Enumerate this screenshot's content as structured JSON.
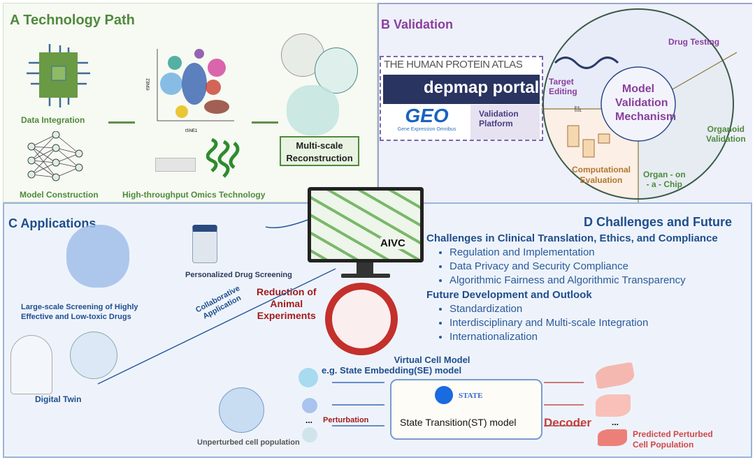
{
  "panelA": {
    "title": "A   Technology Path",
    "data_integration": "Data Integration",
    "model_construction": "Model Construction",
    "omics": "High-throughput Omics Technology",
    "multiscale": [
      "Multi-scale",
      "Reconstruction"
    ],
    "tsne_xlabel": "tSNE1",
    "tsne_ylabel": "tSNE2"
  },
  "panelB": {
    "title": "B   Validation",
    "hpa": "THE HUMAN PROTEIN ATLAS",
    "depmap": "depmap portal",
    "geo": "GEO",
    "geo_sub": "Gene Expression Omnibus",
    "platform": [
      "Validation",
      "Platform"
    ],
    "center": [
      "Model",
      "Validation",
      "Mechanism"
    ],
    "drug_testing": "Drug Testing",
    "target_editing": [
      "Target",
      "Editing"
    ],
    "organoid": [
      "Organoid",
      "Validation"
    ],
    "organ_chip": [
      "Organ - on",
      "- a - Chip"
    ],
    "computational": [
      "Computational",
      "Evaluation"
    ],
    "pvalue": [
      "p ≤",
      "0.01"
    ]
  },
  "center": {
    "aivc": "AIVC"
  },
  "panelC": {
    "title": "C   Applications",
    "drug_screening": "Personalized Drug Screening",
    "large_scale": [
      "Large-scale Screening of Highly",
      "Effective and Low-toxic Drugs"
    ],
    "collab": [
      "Collaborative",
      "Application"
    ],
    "reduction": [
      "Reduction of",
      "Animal",
      "Experiments"
    ],
    "digital_twin": "Digital Twin",
    "unperturbed": "Unperturbed cell population",
    "perturbation": "Perturbation",
    "ellipsis": "...",
    "vcm": "Virtual Cell Model",
    "se": "e.g. State Embedding(SE) model",
    "state": "STATE",
    "st": "State Transition(ST) model",
    "decoder": "Decoder",
    "predicted": [
      "Predicted Perturbed",
      "Cell Population"
    ]
  },
  "panelD": {
    "title": "D   Challenges and Future",
    "h1": "Challenges in Clinical Translation, Ethics, and Compliance",
    "b1": [
      "Regulation and Implementation",
      "Data Privacy and Security Compliance",
      "Algorithmic Fairness and Algorithmic Transparency"
    ],
    "h2": "Future Development and Outlook",
    "b2": [
      "Standardization",
      "Interdisciplinary and Multi-scale Integration",
      "Internationalization"
    ]
  },
  "colors": {
    "green": "#4f8a3c",
    "purple": "#8a3f9c",
    "blue": "#1f4e8c",
    "red": "#a11c1c"
  }
}
